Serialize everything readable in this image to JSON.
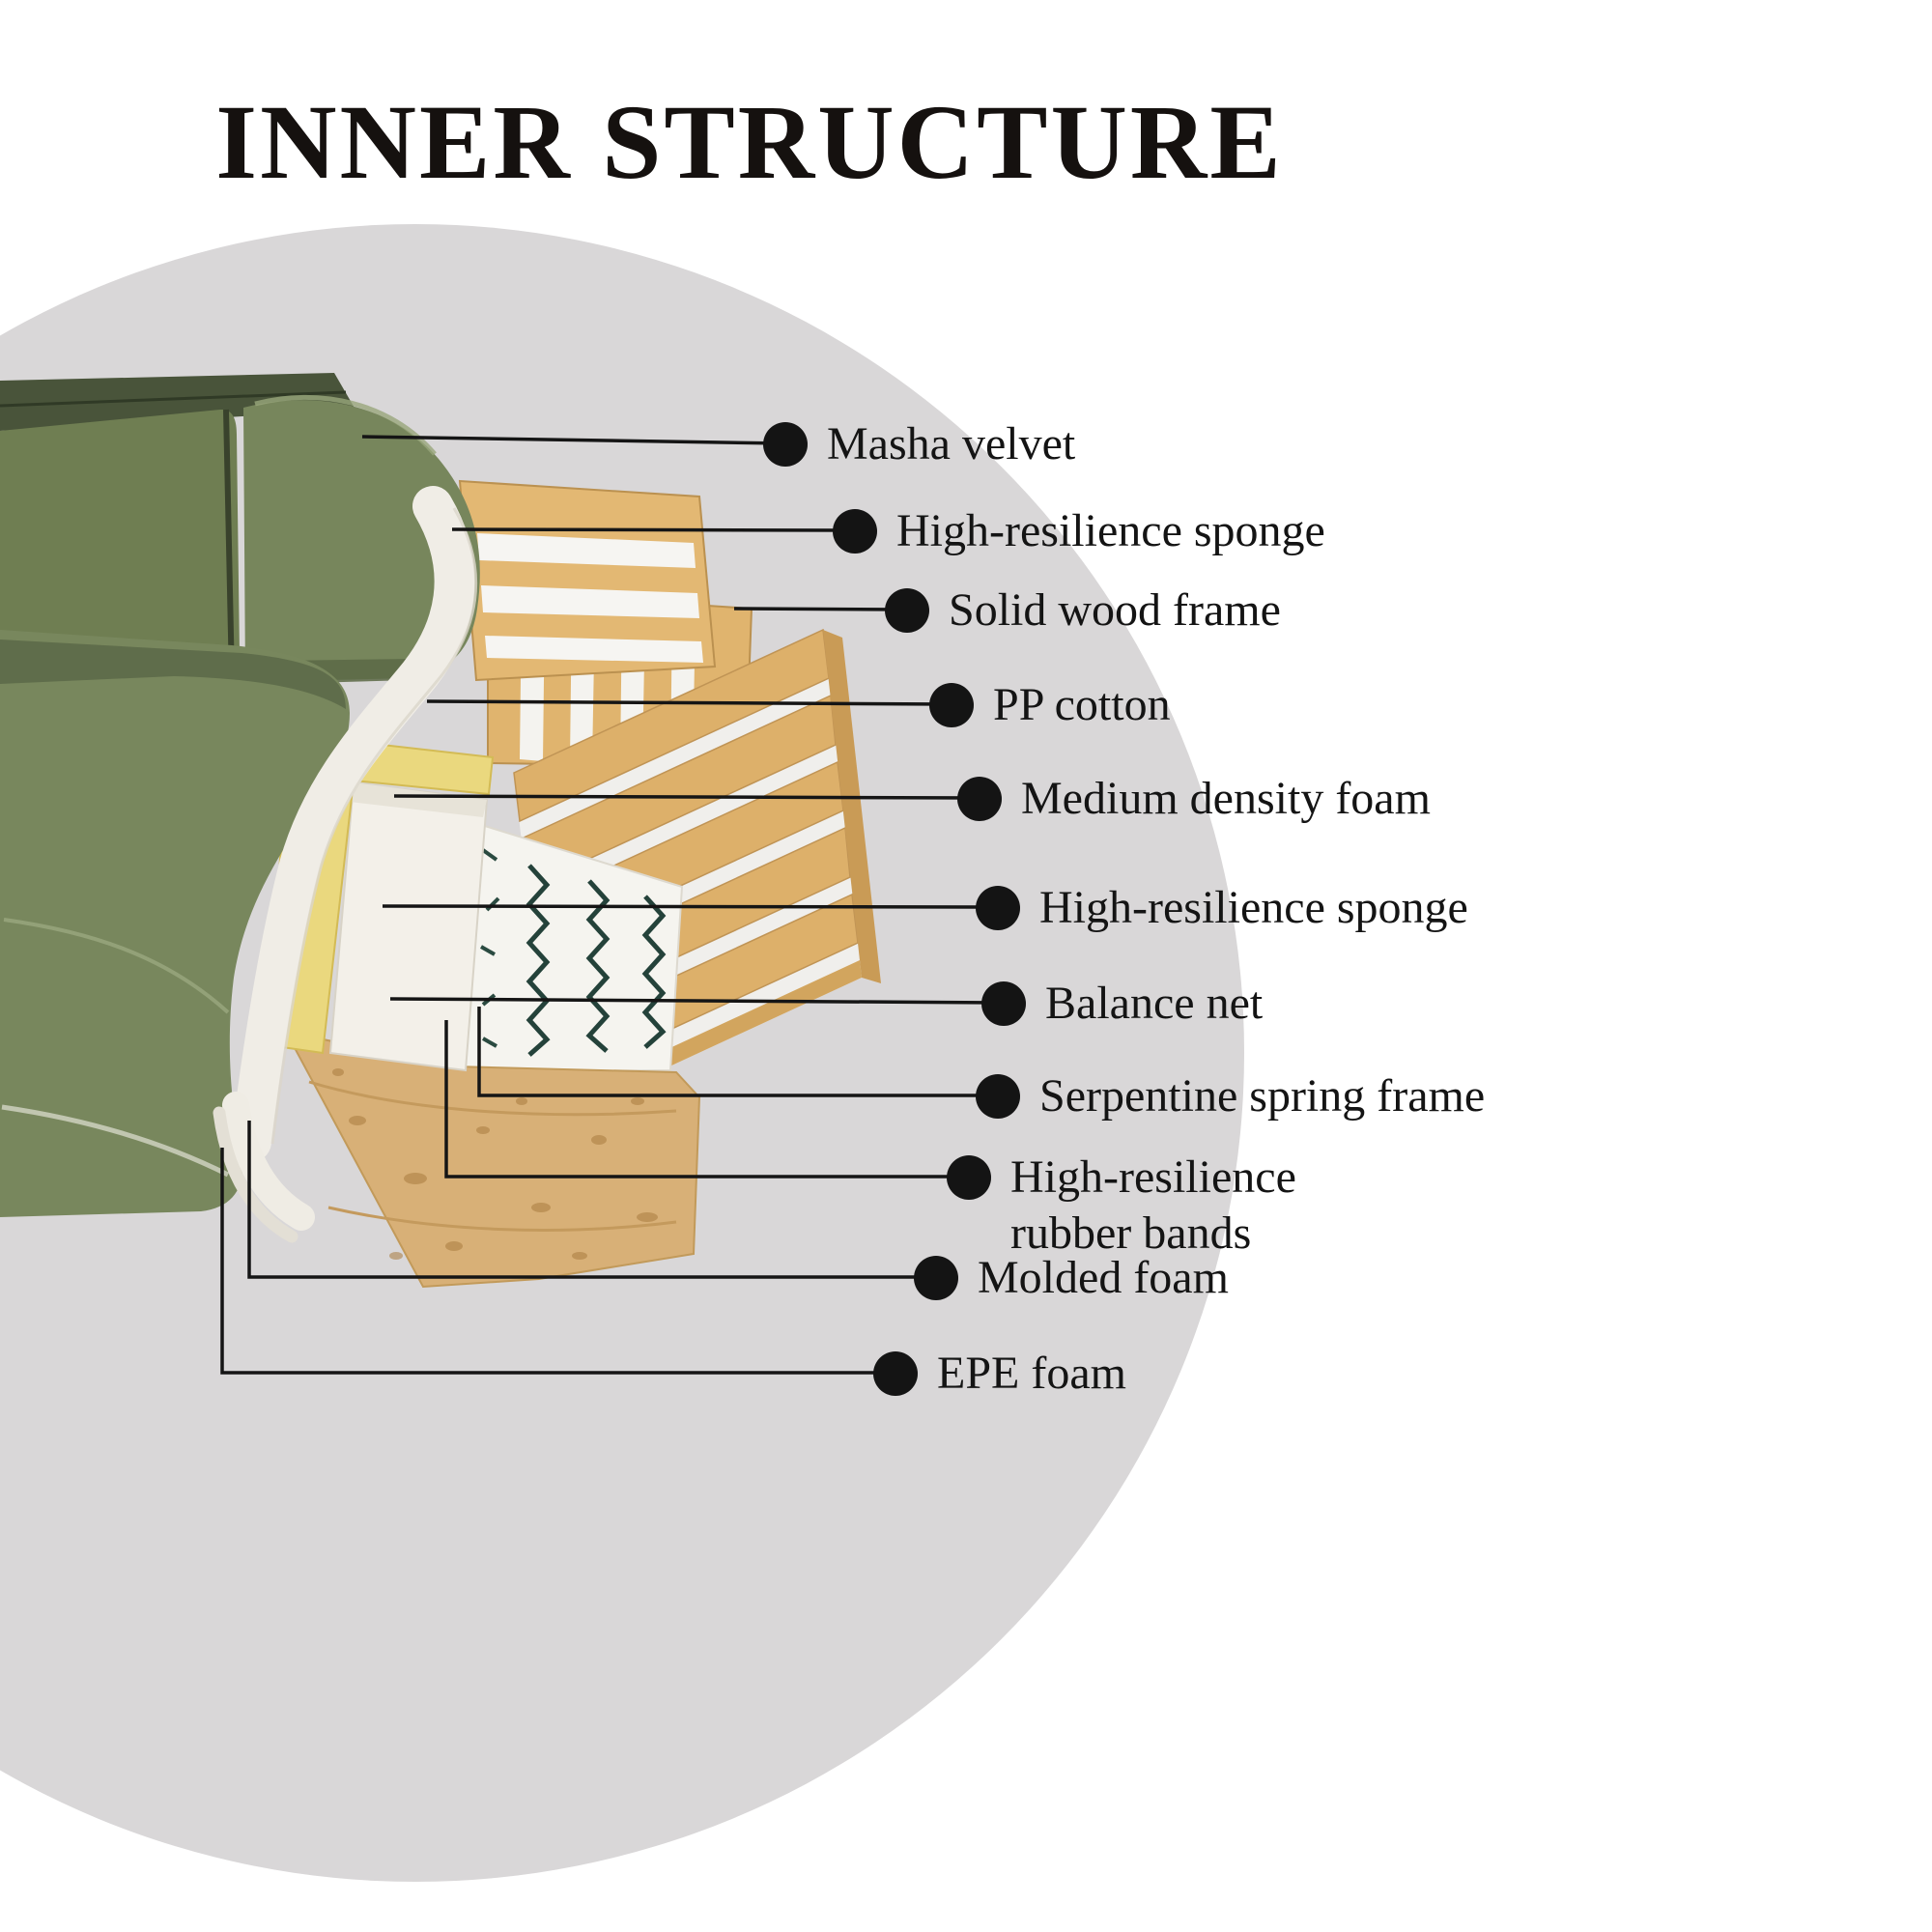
{
  "page": {
    "title": "INNER STRUCTURE"
  },
  "colors": {
    "background": "#ffffff",
    "backdrop_circle": "#d9d7d8",
    "text": "#141414",
    "callout_dot": "#141414",
    "sofa_green": "#77865c",
    "sofa_green_dark": "#5a6845",
    "wood": "#ddb06a",
    "foam_yellow": "#ead87e",
    "sponge_white": "#f0ede6",
    "spring_pattern": "#24423a"
  },
  "diagram": {
    "subject": "sofa-inner-structure-cutaway",
    "labels": [
      {
        "id": "masha-velvet",
        "text": "Masha velvet"
      },
      {
        "id": "high-resilience-sponge-top",
        "text": "High-resilience sponge"
      },
      {
        "id": "solid-wood-frame",
        "text": "Solid wood frame"
      },
      {
        "id": "pp-cotton",
        "text": "PP cotton"
      },
      {
        "id": "medium-density-foam",
        "text": "Medium density foam"
      },
      {
        "id": "high-resilience-sponge-seat",
        "text": "High-resilience sponge"
      },
      {
        "id": "balance-net",
        "text": "Balance net"
      },
      {
        "id": "serpentine-spring-frame",
        "text": "Serpentine spring frame"
      },
      {
        "id": "high-resilience-rubber-bands",
        "text": "High-resilience rubber bands"
      },
      {
        "id": "molded-foam",
        "text": "Molded foam"
      },
      {
        "id": "epe-foam",
        "text": "EPE foam"
      }
    ]
  }
}
